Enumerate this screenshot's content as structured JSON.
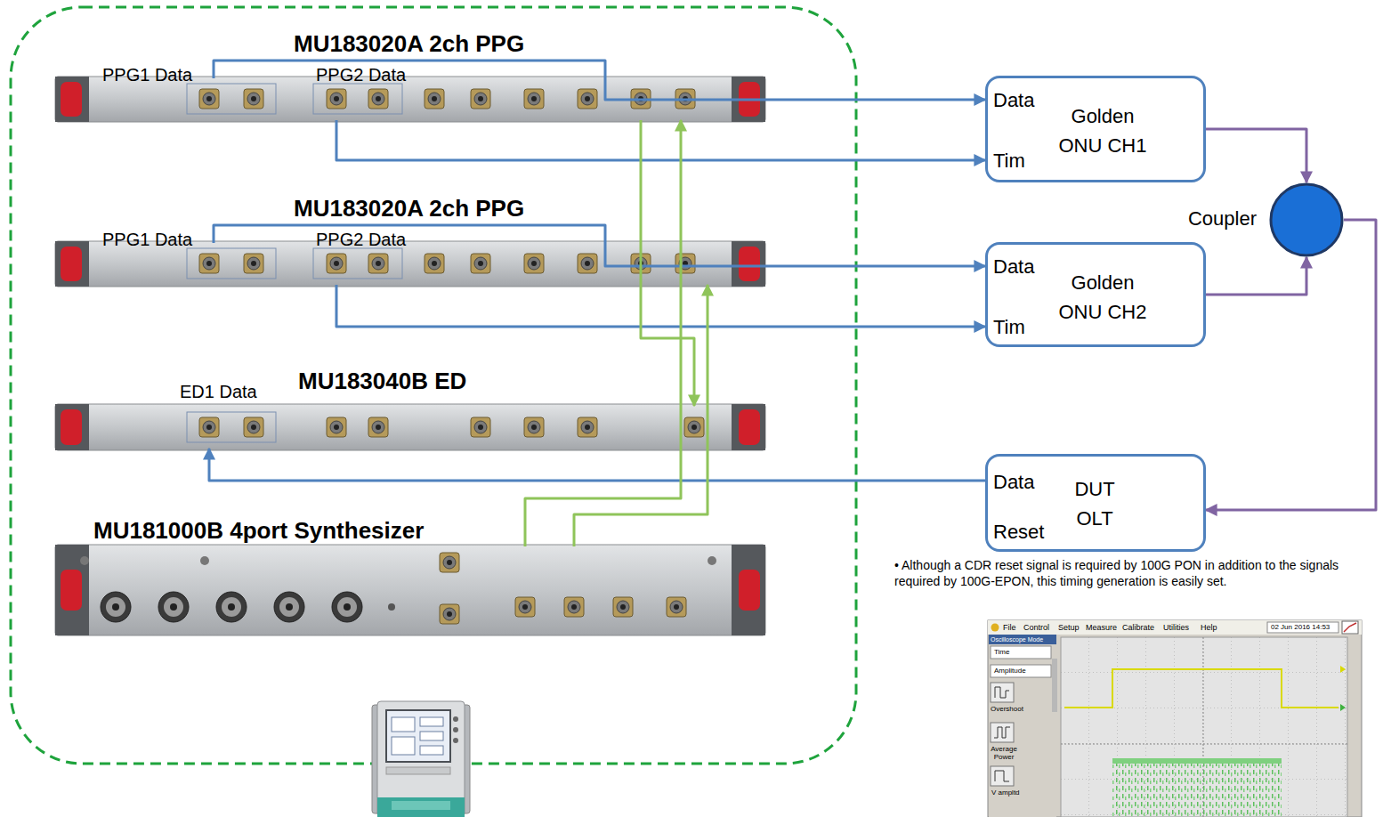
{
  "diagram": {
    "nodes": [
      {
        "text": [
          "MU183020A 2ch PPG",
          "PPG1 Data",
          "PPG2 Data"
        ]
      },
      {
        "text": [
          "MU183020A 2ch PPG",
          "PPG1 Data",
          "PPG2 Data"
        ]
      },
      {
        "text": [
          "MU183040B ED",
          "ED1 Data"
        ]
      },
      {
        "text": [
          "MU181000B 4port Synthesizer"
        ]
      },
      {
        "text": [
          "Data",
          "Golden ONU CH1",
          "Tim"
        ]
      },
      {
        "text": [
          "Data",
          "Golden ONU CH2",
          "Tim"
        ]
      },
      {
        "text": [
          "Coupler"
        ]
      },
      {
        "text": [
          "Data",
          "DUT OLT",
          "Reset"
        ]
      }
    ],
    "edges": [
      {
        "from": 0,
        "to": 4,
        "arrow": "to"
      },
      {
        "from": 0,
        "to": 4,
        "arrow": "to"
      },
      {
        "from": 1,
        "to": 5,
        "arrow": "to"
      },
      {
        "from": 1,
        "to": 5,
        "arrow": "to"
      },
      {
        "from": 4,
        "to": 6,
        "arrow": "to"
      },
      {
        "from": 5,
        "to": 6,
        "arrow": "to"
      },
      {
        "from": 6,
        "to": 7,
        "arrow": "to"
      },
      {
        "from": 7,
        "to": 2,
        "arrow": "to"
      },
      {
        "from": 3,
        "to": 0,
        "arrow": "to"
      },
      {
        "from": 3,
        "to": 1,
        "arrow": "to"
      },
      {
        "from": 0,
        "to": 2,
        "arrow": "to"
      }
    ],
    "labels": [
      "• Although a CDR reset signal is required by 100G PON in addition to the signals required by 100G-EPON, this timing generation is easily set.",
      "File",
      "Control",
      "Setup",
      "Measure",
      "Calibrate",
      "Utilities",
      "Help",
      "02 Jun 2016 14:53",
      "Oscilloscope Mode",
      "Time",
      "Amplitude",
      "Overshoot",
      "Average Power",
      "V ampltd"
    ]
  }
}
